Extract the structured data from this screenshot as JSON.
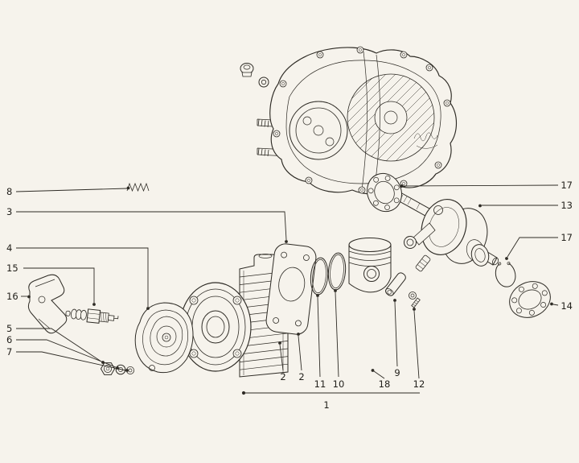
{
  "palette": {
    "paper": "#f6f3ec",
    "ink": "#2e2b25"
  },
  "callouts": {
    "l1": "8",
    "l2": "3",
    "l3": "4",
    "l4": "15",
    "l5": "16",
    "l6": "5",
    "l7": "6",
    "l8": "7",
    "r1": "17",
    "r2": "13",
    "r3": "17",
    "r4": "14",
    "b1": "2",
    "b2": "2",
    "b3": "11",
    "b4": "10",
    "b5": "18",
    "b6": "9",
    "b7": "12",
    "b8": "1"
  }
}
